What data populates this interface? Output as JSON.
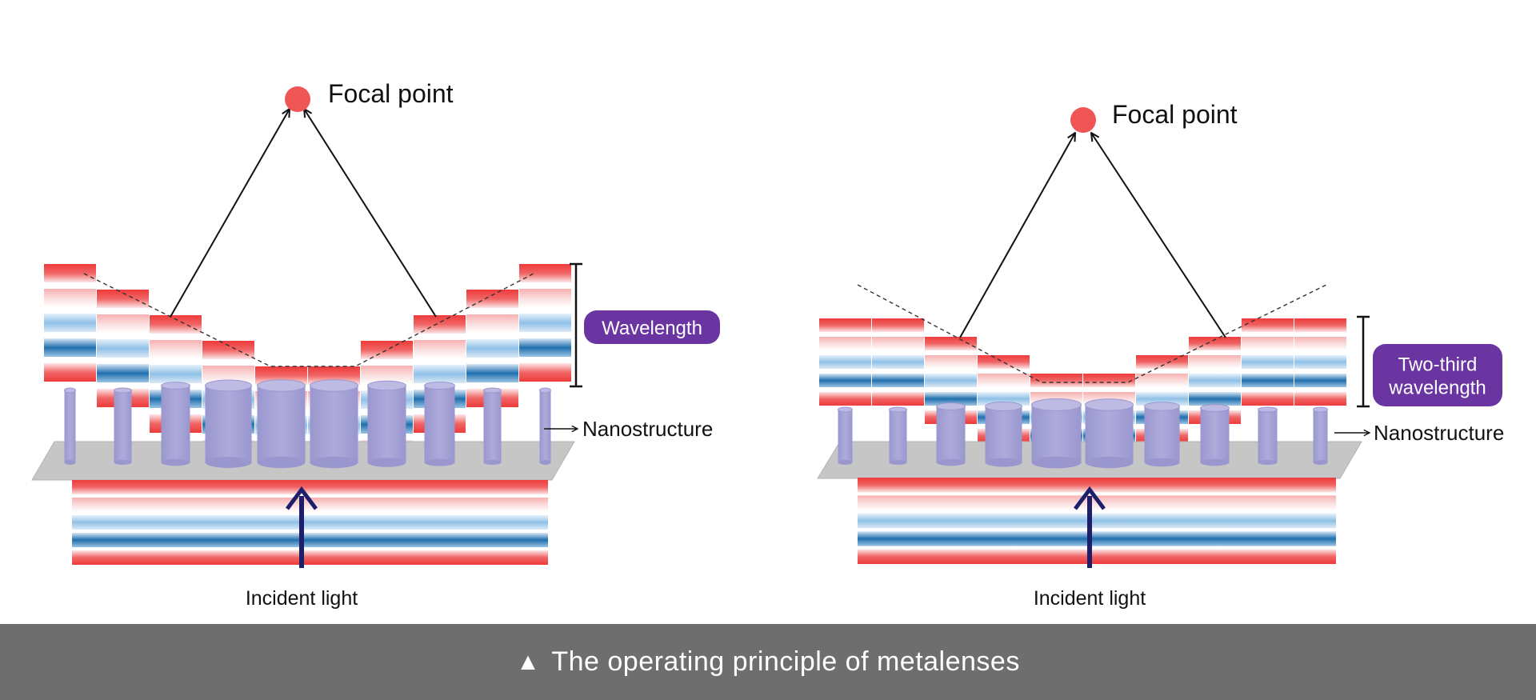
{
  "caption": {
    "marker": "▲",
    "text": "The operating principle of metalenses"
  },
  "colors": {
    "red": "#ee3b3b",
    "blue": "#1f6fae",
    "pillar": "#a7a4d6",
    "substrate": "#c4c4c4",
    "badge": "#6a35a1",
    "focal": "#f05555",
    "incident_arrow": "#1d1f6b"
  },
  "panels": [
    {
      "focal_label": "Focal point",
      "badge_lines": [
        "Wavelength"
      ],
      "nanostructure_label": "Nanostructure",
      "incident_label": "Incident light"
    },
    {
      "focal_label": "Focal point",
      "badge_lines": [
        "Two-third",
        "wavelength"
      ],
      "nanostructure_label": "Nanostructure",
      "incident_label": "Incident light"
    }
  ]
}
